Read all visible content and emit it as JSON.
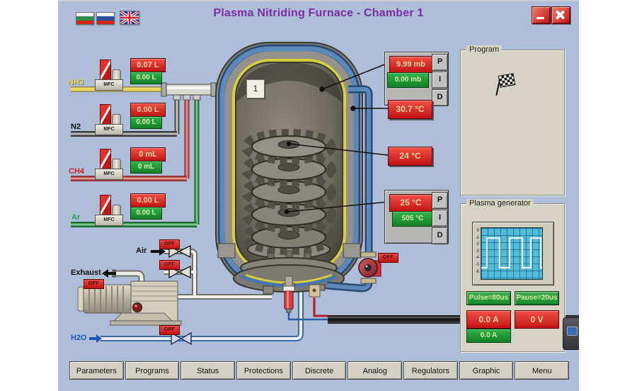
{
  "title": "Plasma Nitriding Furnace - Chamber 1",
  "window_controls": {
    "minimize": "minimize",
    "close": "close"
  },
  "languages": [
    "bulgarian",
    "russian",
    "english"
  ],
  "gas_channels": [
    {
      "name": "NH3",
      "flow": "0.07 L",
      "setpoint": "0.00 L",
      "color": "#e8d75a"
    },
    {
      "name": "N2",
      "flow": "0.00 L",
      "setpoint": "0.00 L",
      "color": "#3a3a3a"
    },
    {
      "name": "CH4",
      "flow": "0 mL",
      "setpoint": "0 mL",
      "color": "#cc2222"
    },
    {
      "name": "Ar",
      "flow": "0.00 L",
      "setpoint": "0.00 L",
      "color": "#2e9e46"
    }
  ],
  "labels": {
    "mfc": "MFC",
    "air": "Air",
    "exhaust": "Exhaust",
    "h2o": "H2O",
    "off": "OFF"
  },
  "vessel": {
    "chamber_number": "1"
  },
  "pressure": {
    "value": "9.99 mb",
    "setpoint": "0.00 mb"
  },
  "temperatures": {
    "wall": "30.7 °C",
    "load_top": "24 °C",
    "load": "25 °C",
    "setpoint": "505 °C"
  },
  "pid": [
    "P",
    "I",
    "D"
  ],
  "program_panel": {
    "title": "Program"
  },
  "plasma_panel": {
    "title": "Plasma generator",
    "pulse": "Pulse=80us",
    "pause": "Pause=20us",
    "current": "0.0 A",
    "voltage": "0 V",
    "current_setpoint": "0.0 A",
    "scope_y_labels": [
      "0",
      "-1",
      "-2",
      "-3",
      "-4",
      "-5",
      "-6"
    ]
  },
  "nav_buttons": [
    "Parameters",
    "Programs",
    "Status",
    "Protections",
    "Discrete",
    "Analog",
    "Regulators",
    "Graphic",
    "Menu"
  ],
  "colors": {
    "background": "#aebdd8",
    "title": "#7b2f9f",
    "alarm_red": "#d42020",
    "ok_green": "#1a8a2e",
    "panel": "#d6d2c4",
    "cooling_blue": "#4a78b0",
    "liner_yellow": "#d6d03c"
  }
}
